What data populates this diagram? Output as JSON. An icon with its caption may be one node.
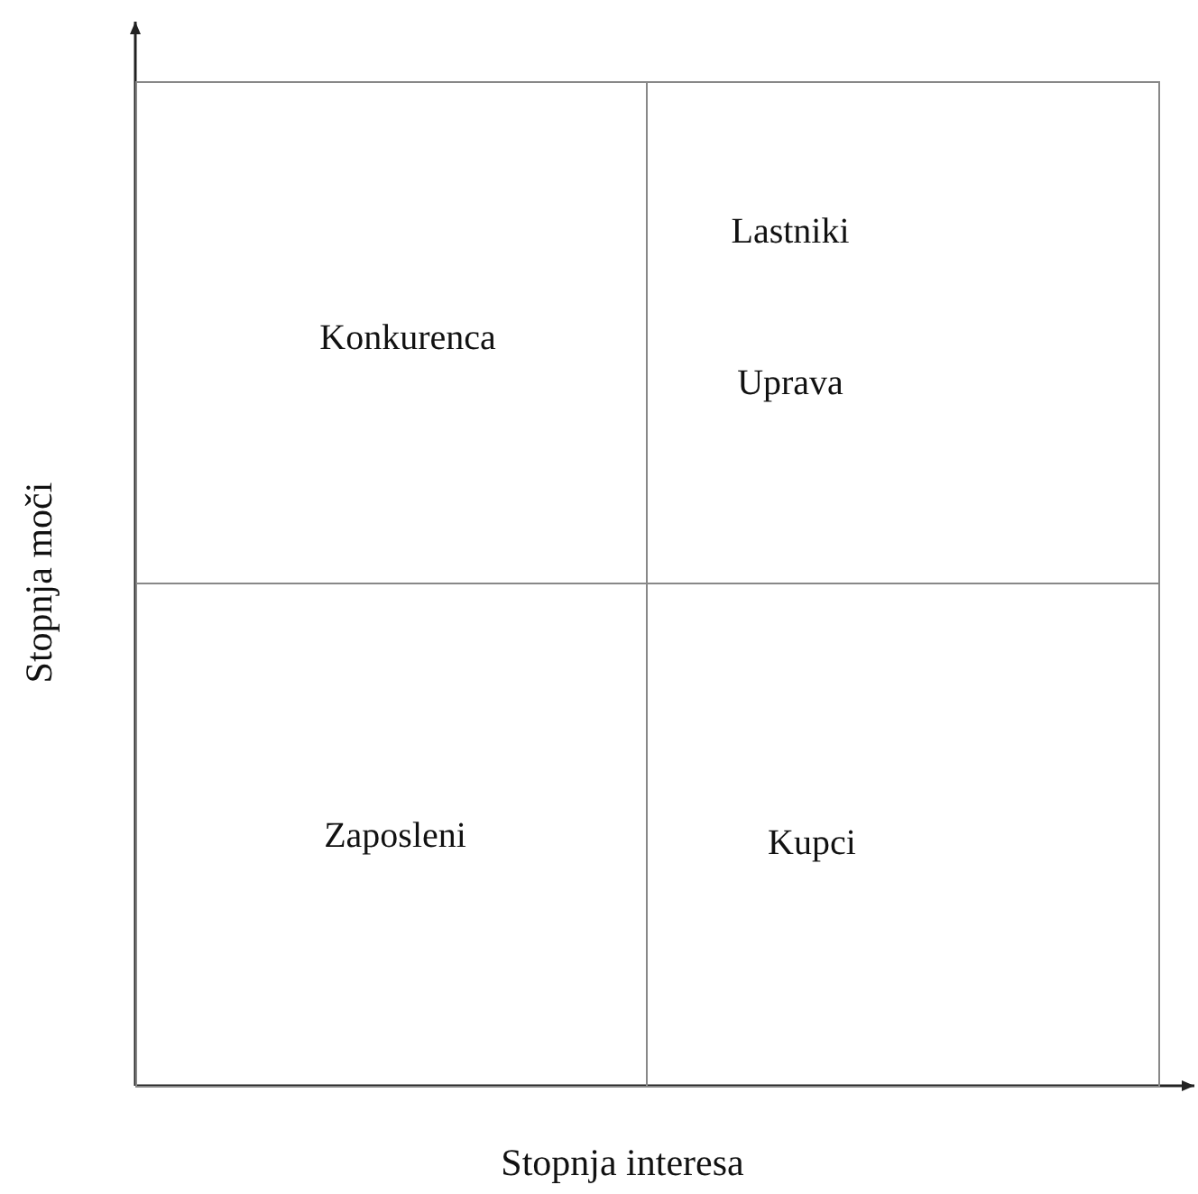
{
  "diagram": {
    "nodes": [
      {
        "text": [
          "Konkurenca"
        ]
      },
      {
        "text": [
          "Lastniki",
          "Uprava"
        ]
      },
      {
        "text": [
          "Zaposleni"
        ]
      },
      {
        "text": [
          "Kupci"
        ]
      }
    ],
    "labels": [
      "Stopnja moči",
      "Stopnja interesa"
    ]
  }
}
